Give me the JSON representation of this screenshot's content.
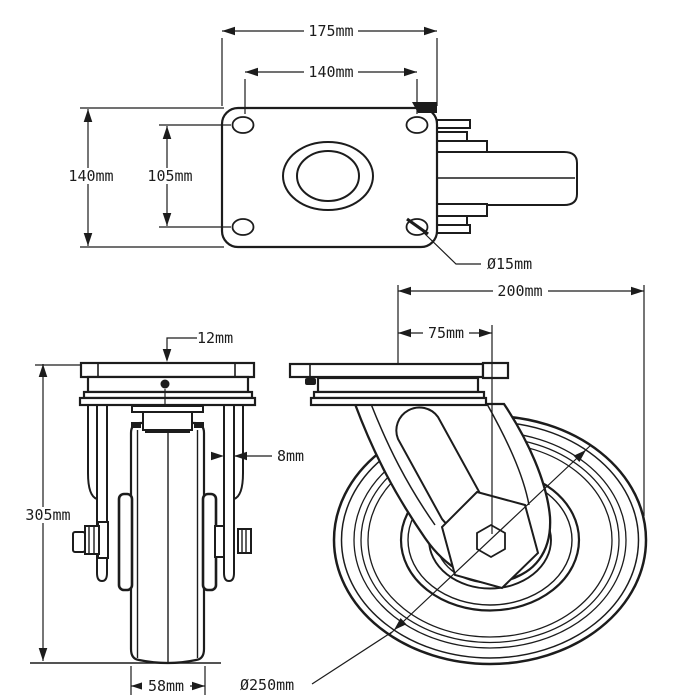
{
  "drawing": {
    "title": "swivel-caster-technical-drawing",
    "colors": {
      "background": "#ffffff",
      "line": "#1c1c1c"
    },
    "views": {
      "top_view": {
        "plate_width": "175mm",
        "bolt_spacing_width": "140mm",
        "plate_depth": "140mm",
        "bolt_spacing_depth": "105mm",
        "bolt_hole_diameter": "Ø15mm"
      },
      "front_view": {
        "plate_thickness": "12mm",
        "bracket_thickness": "8mm",
        "overall_height": "305mm",
        "wheel_width": "58mm"
      },
      "side_view": {
        "overall_length": "200mm",
        "swivel_offset": "75mm",
        "wheel_diameter": "Ø250mm"
      }
    }
  }
}
